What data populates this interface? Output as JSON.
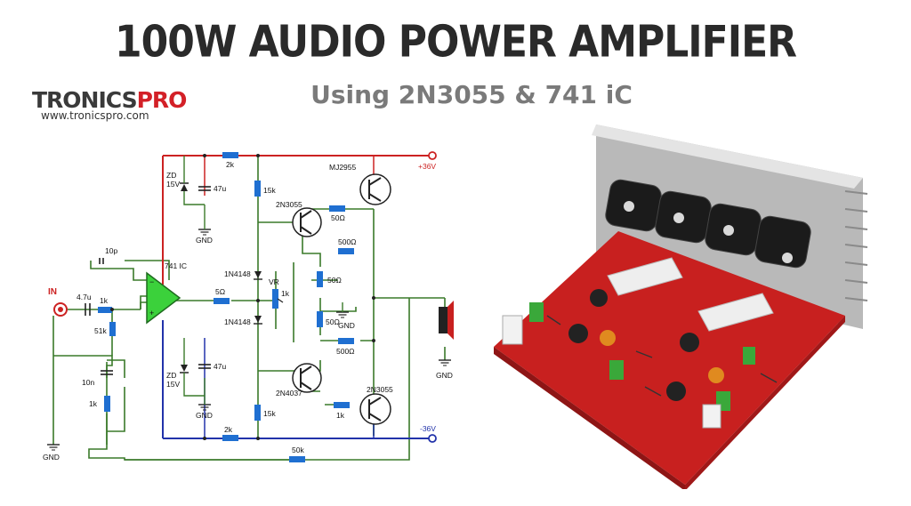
{
  "title": "100W AUDIO POWER AMPLIFIER",
  "subtitle": "Using 2N3055 & 741 iC",
  "logo": {
    "brand_main": "TRONICS",
    "brand_accent": "PRO",
    "url": "www.tronicspro.com"
  },
  "schematic": {
    "labels": {
      "in": "IN",
      "cap_in": "4.7u",
      "r_in": "1k",
      "r_51k": "51k",
      "c_10n": "10n",
      "r_1k_b": "1k",
      "gnd_in": "GND",
      "c_10p": "10p",
      "opamp": "741 IC",
      "zd_top_a": "ZD",
      "zd_top_b": "15V",
      "c_47u_top": "47u",
      "gnd_top": "GND",
      "r_2k_top": "2k",
      "r_15k_top": "15k",
      "r_5ohm": "5Ω",
      "d_top": "1N4148",
      "d_bot": "1N4148",
      "vr": "VR",
      "vr_1k": "1k",
      "q_top_drv": "2N3055",
      "q_top_out": "MJ2955",
      "r_50_top": "50Ω",
      "r_500_top": "500Ω",
      "r_50_mid_a": "50Ω",
      "r_50_mid_b": "50Ω",
      "gnd_mid": "GND",
      "r_500_bot": "500Ω",
      "q_bot_drv": "2N4037",
      "q_bot_out": "2N3055",
      "r_1k_bot": "1k",
      "zd_bot_a": "ZD",
      "zd_bot_b": "15V",
      "c_47u_bot": "47u",
      "gnd_bot": "GND",
      "r_15k_bot": "15k",
      "r_2k_bot": "2k",
      "r_50k": "50k",
      "v_pos": "+36V",
      "v_neg": "-36V",
      "gnd_spk": "GND"
    }
  },
  "colors": {
    "pcb": "#c8201f",
    "heatsink": "#b9b9b9",
    "wire": "#3a7a2a",
    "rail_pos": "#cc2222",
    "rail_neg": "#2233aa",
    "resistor": "#1f6fd1"
  }
}
